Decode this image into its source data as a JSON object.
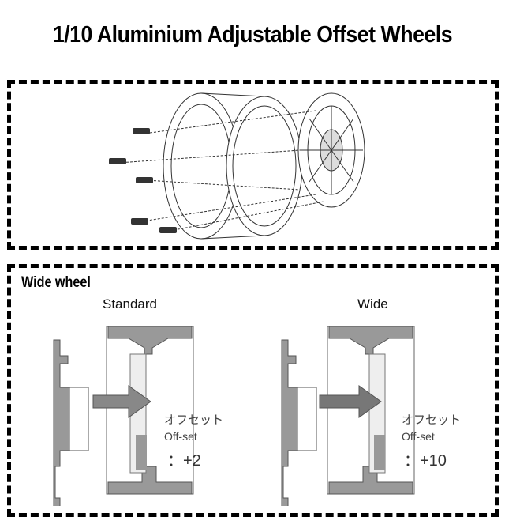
{
  "title": "1/10  Aluminium Adjustable Offset Wheels",
  "section_title": "Wide wheel",
  "panels": [
    {
      "label": "Standard",
      "offset_jp": "オフセット",
      "offset_en": "Off-set",
      "offset_value": "：+2"
    },
    {
      "label": "Wide",
      "offset_jp": "オフセット",
      "offset_en": "Off-set",
      "offset_value": "：+10"
    }
  ]
}
